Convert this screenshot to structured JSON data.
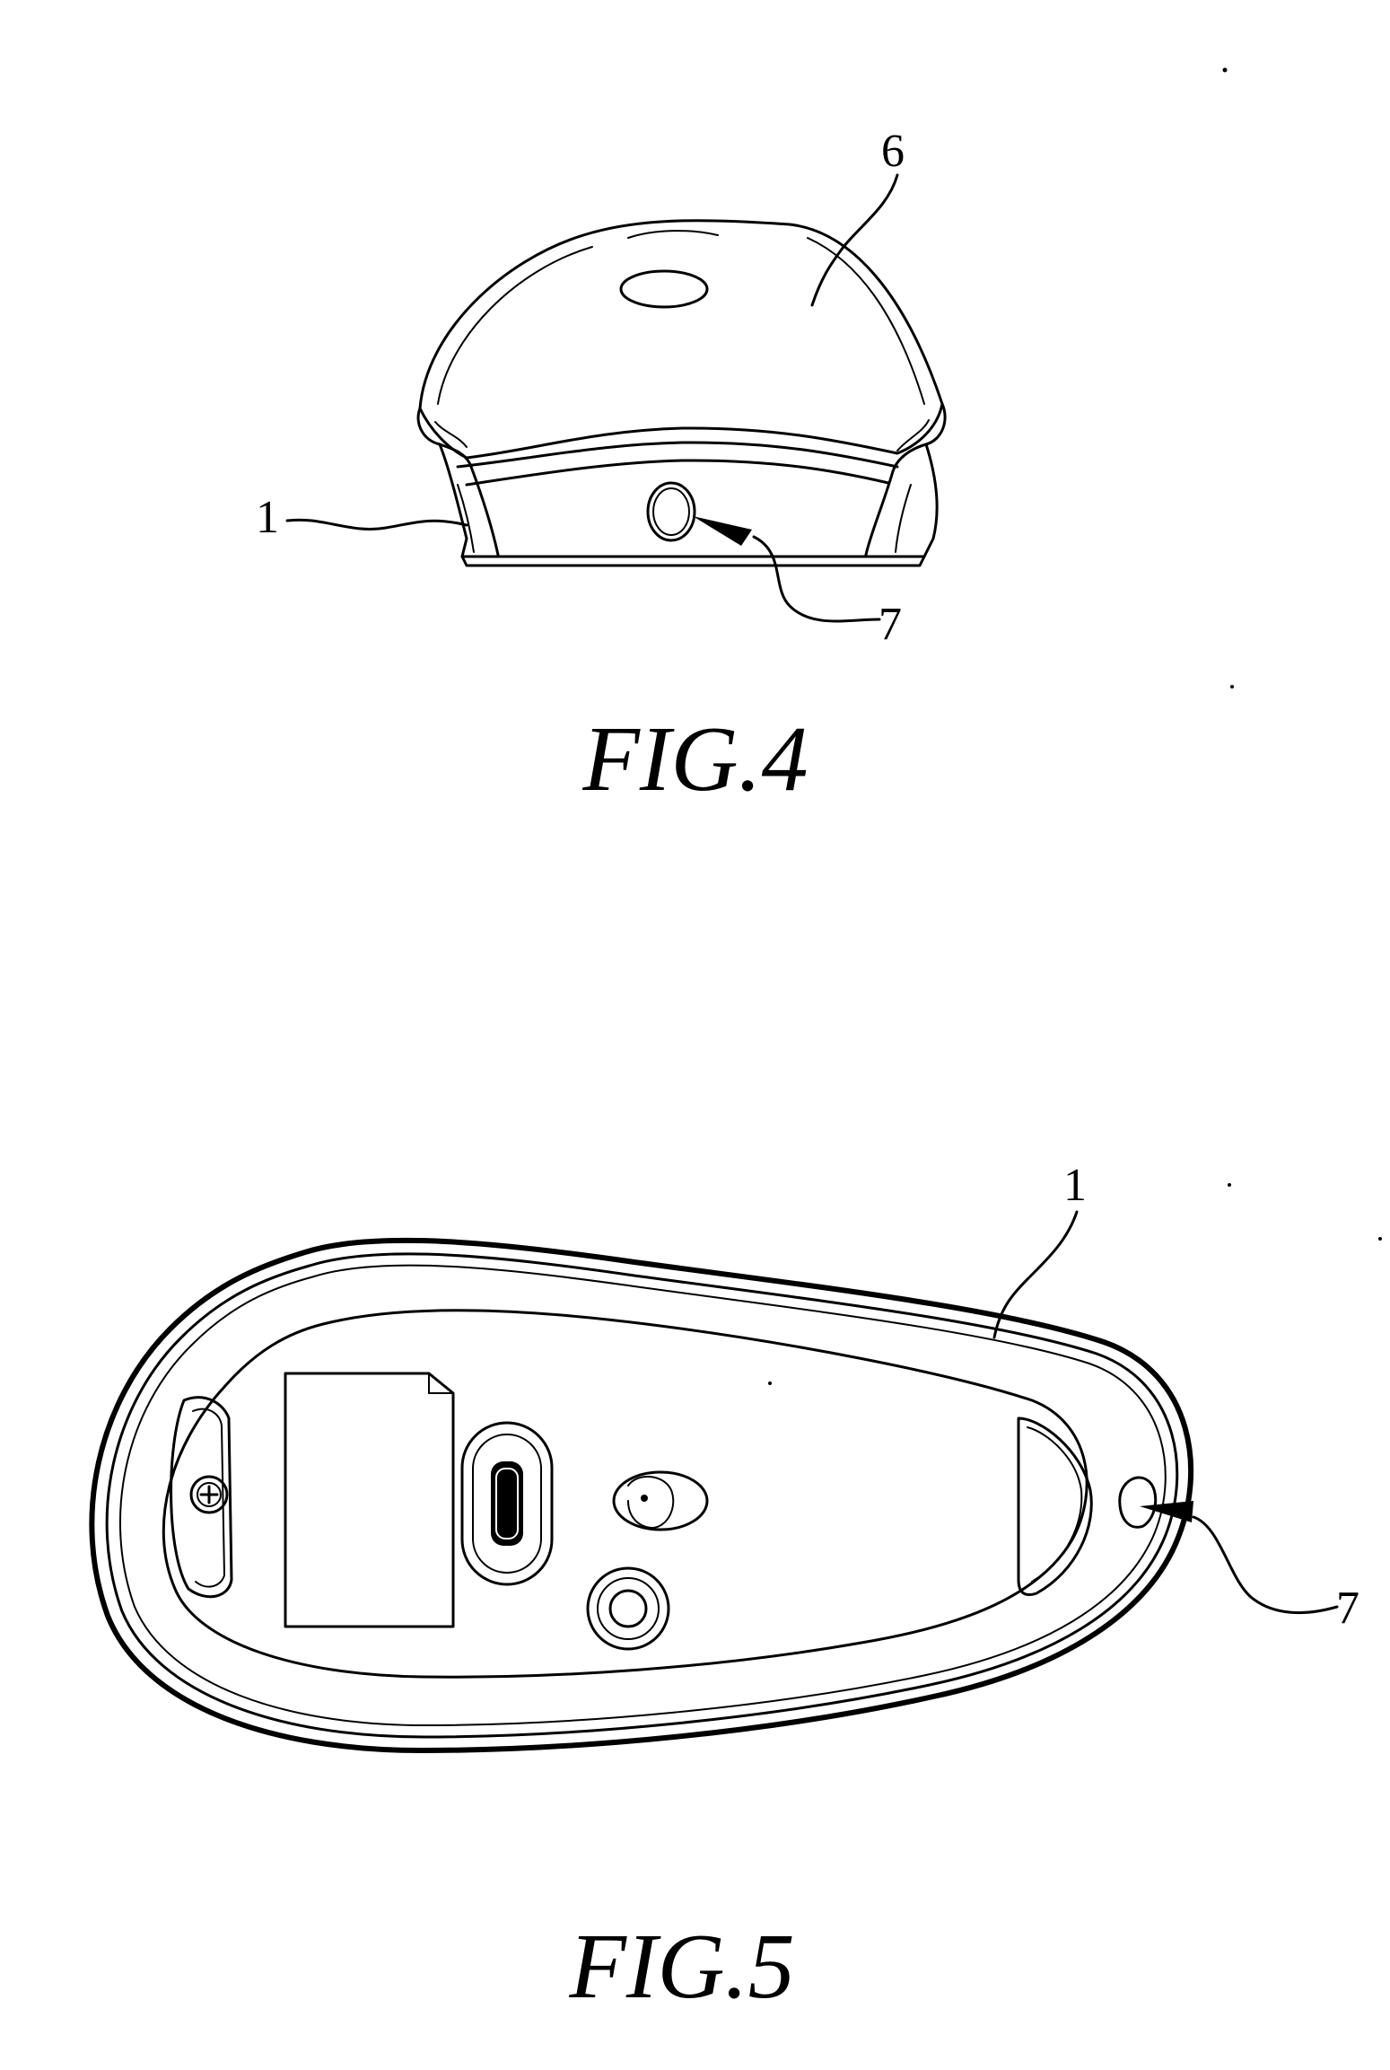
{
  "figures": [
    {
      "id": "fig4",
      "caption": "FIG.4",
      "labels": {
        "cover": "6",
        "base": "1",
        "button": "7"
      }
    },
    {
      "id": "fig5",
      "caption": "FIG.5",
      "labels": {
        "base": "1",
        "button": "7"
      }
    }
  ]
}
